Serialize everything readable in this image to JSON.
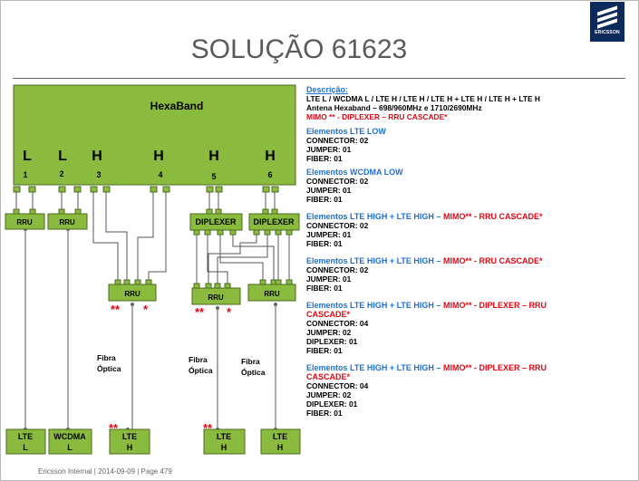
{
  "title": "SOLUÇÃO 61623",
  "logo_text": "ERICSSON",
  "footer": "Ericsson Internal  |  2014-09-09  |  Page 479",
  "colors": {
    "green": "#8bbb3e",
    "green_border": "#4a6a1c",
    "blue": "#1f6fd1",
    "red": "#e30613"
  },
  "diagram": {
    "antenna": {
      "name": "HexaBand",
      "bands": [
        "L",
        "L",
        "H",
        "H",
        "H",
        "H"
      ],
      "ports": [
        "1",
        "2",
        "3",
        "4",
        "5",
        "6"
      ]
    },
    "upper_nodes": {
      "rru1": "RRU",
      "rru2": "RRU",
      "diplexer1": "DIPLEXER",
      "diplexer2": "DIPLEXER"
    },
    "mid_nodes": {
      "rru3": "RRU",
      "rru4": "RRU",
      "rru5": "RRU"
    },
    "markers": {
      "double": "**",
      "single": "*"
    },
    "fiber_labels": [
      "Fibra\nÓptica",
      "Fibra\nÓptica",
      "Fibra\nÓptica"
    ],
    "bottom_nodes": [
      {
        "line1": "LTE",
        "line2": "L"
      },
      {
        "line1": "WCDMA",
        "line2": "L"
      },
      {
        "line1": "LTE",
        "line2": "H"
      },
      {
        "line1": "LTE",
        "line2": "H"
      },
      {
        "line1": "LTE",
        "line2": "H"
      }
    ]
  },
  "description": {
    "heading": "Descrição:",
    "line1": "LTE L / WCDMA L / LTE H / LTE H / LTE H + LTE H / LTE H + LTE H",
    "line2": "Antena Hexaband – 698/960MHz  e  1710/2690MHz",
    "line3": "MIMO ** - DIPLEXER – RRU CASCADE*"
  },
  "sections": [
    {
      "title_blue": "Elementos LTE LOW",
      "title_red": "",
      "title_red_cont": "",
      "lines": [
        "CONNECTOR: 02",
        "JUMPER: 01",
        "FIBER: 01"
      ]
    },
    {
      "title_blue": "Elementos WCDMA LOW",
      "title_red": "",
      "title_red_cont": "",
      "lines": [
        "CONNECTOR: 02",
        "JUMPER: 01",
        "FIBER: 01"
      ]
    },
    {
      "title_blue": "Elementos LTE HIGH + LTE HIGH – ",
      "title_red": "MIMO** - RRU CASCADE*",
      "title_red_cont": "",
      "lines": [
        "CONNECTOR: 02",
        "JUMPER: 01",
        "FIBER: 01"
      ]
    },
    {
      "title_blue": "Elementos LTE HIGH + LTE HIGH – ",
      "title_red": "MIMO** - RRU CASCADE*",
      "title_red_cont": "",
      "lines": [
        "CONNECTOR: 02",
        "JUMPER: 01",
        "FIBER: 01"
      ]
    },
    {
      "title_blue": "Elementos LTE HIGH + LTE HIGH – ",
      "title_red": "MIMO** - DIPLEXER – RRU",
      "title_red_cont": "CASCADE*",
      "lines": [
        "CONNECTOR: 04",
        "JUMPER: 02",
        "DIPLEXER: 01",
        "FIBER: 01"
      ]
    },
    {
      "title_blue": "Elementos LTE HIGH + LTE HIGH – ",
      "title_red": "MIMO** - DIPLEXER – RRU",
      "title_red_cont": "CASCADE*",
      "lines": [
        "CONNECTOR: 04",
        "JUMPER: 02",
        "DIPLEXER: 01",
        "FIBER: 01"
      ]
    }
  ]
}
